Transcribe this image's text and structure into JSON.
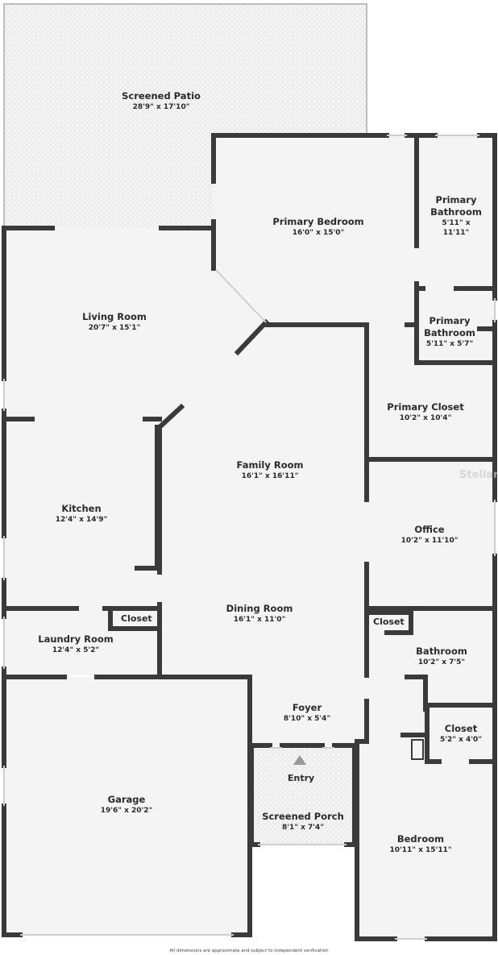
{
  "rooms": [
    {
      "name": "Screened Patio",
      "dims": "28'9\" x 17'10\""
    },
    {
      "name": "Primary Bedroom",
      "dims": "16'0\" x 15'0\""
    },
    {
      "name": "Primary Bathroom",
      "dims": "5'11\" x 11'11\""
    },
    {
      "name": "Living Room",
      "dims": "20'7\" x 15'1\""
    },
    {
      "name": "Primary Bathroom",
      "dims": "5'11\" x 5'7\""
    },
    {
      "name": "Primary Closet",
      "dims": "10'2\" x 10'4\""
    },
    {
      "name": "Family Room",
      "dims": "16'1\" x 16'11\""
    },
    {
      "name": "Kitchen",
      "dims": "12'4\" x 14'9\""
    },
    {
      "name": "Office",
      "dims": "10'2\" x 11'10\""
    },
    {
      "name": "Dining Room",
      "dims": "16'1\" x 11'0\""
    },
    {
      "name": "Laundry Room",
      "dims": "12'4\" x 5'2\""
    },
    {
      "name": "Bathroom",
      "dims": "10'2\" x 7'5\""
    },
    {
      "name": "Foyer",
      "dims": "8'10\" x 5'4\""
    },
    {
      "name": "Closet",
      "dims": "5'2\" x 4'0\""
    },
    {
      "name": "Garage",
      "dims": "19'6\" x 20'2\""
    },
    {
      "name": "Screened Porch",
      "dims": "8'1\" x 7'4\""
    },
    {
      "name": "Bedroom",
      "dims": "10'11\" x 15'11\""
    }
  ],
  "unlabeled": {
    "closet_laundry": "Closet",
    "closet_bath": "Closet",
    "entry": "Entry"
  },
  "watermark": "Stellar",
  "footer": "All dimensions are approximate and subject to independent verification",
  "colors": {
    "wall": "#3a3a3a",
    "floor": "#f4f4f4",
    "window": "#cfcfcf"
  }
}
